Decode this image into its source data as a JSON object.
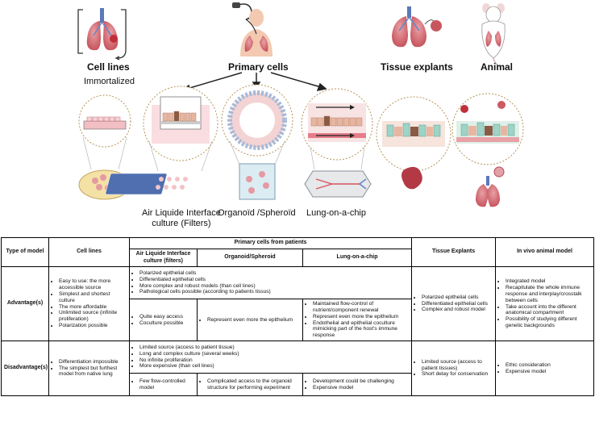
{
  "figure": {
    "labels": {
      "cell_lines": "Cell lines",
      "immortalized": "Immortalized",
      "primary_cells": "Primary cells",
      "tissue_explants": "Tissue explants",
      "animal": "Animal",
      "ali": "Air Liquide Interface\nculture (Filters)",
      "organoid": "Organoïd /Spheroïd",
      "loc": "Lung-on-a-chip"
    }
  },
  "table": {
    "headers": {
      "type": "Type of model",
      "cell_lines": "Cell lines",
      "primary": "Primary cells from patients",
      "ali": "Air Liquide Interface\nculture (filters)",
      "organoid": "Organoid/Spheroid",
      "loc": "Lung-on-a-chip",
      "tissue": "Tissue Explants",
      "invivo": "In vivo animal model"
    },
    "advantages": {
      "label": "Advantage(s)",
      "cell_lines": [
        "Easy to use: the more accessible source",
        "Simplest and shortest culture",
        "The more affordable",
        "Unlimited source (infinite proliferation)",
        "Polarization possible"
      ],
      "primary_shared": [
        "Polarized epithelial cells",
        "Differentiated epithelial cells",
        "More complex and robust models (than cell lines)",
        "Pathological cells possible (according to patients tissus)"
      ],
      "ali": [
        "Quite easy access",
        "Coculture possible"
      ],
      "organoid": [
        "Represent even more the epithelium"
      ],
      "loc": [
        "Maintained flow-control of nutrient/component renewal",
        "Represent even more the epithelium",
        "Endothelial and epithelial coculture mimicking part of the host's immune response"
      ],
      "tissue": [
        "Polarized epithelial cells",
        "Differentiated epithelial cells",
        "Complex and robust model"
      ],
      "invivo": [
        "Integrated model",
        "Recapitulate the whole immune response and interplay/crosstalk between cells",
        "Take account into the different anatomical compartment",
        "Possibility of studying different genetic backgrounds"
      ]
    },
    "disadvantages": {
      "label": "Disadvantage(s)",
      "cell_lines": [
        "Differentiation impossible",
        "The simplest but furthest model from native lung"
      ],
      "primary_shared": [
        "Limited source (access to patient tissue)",
        "Long and complex culture (several weeks)",
        "No infinite proliferation",
        "More expensive (than cell lines)"
      ],
      "ali": [
        "Few flow-controlled model"
      ],
      "organoid": [
        "Complicated access to the organoid structure for performing experiment"
      ],
      "loc": [
        "Development could be challenging",
        "Expensive model"
      ],
      "tissue": [
        "Limited source (access to patient tissues)",
        "Short delay for conservation"
      ],
      "invivo": [
        "Ethic consideration",
        "Expensive model"
      ]
    }
  }
}
